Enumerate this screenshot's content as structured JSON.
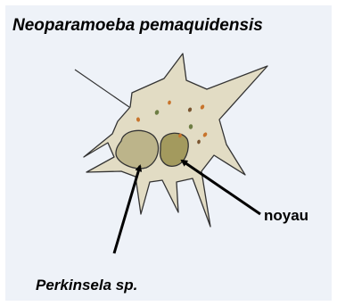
{
  "title": "Neoparamoeba pemaquidensis",
  "labels": {
    "nucleus": "noyau",
    "endosymbiont": "Perkinsela sp."
  },
  "colors": {
    "panel_background": "#eef2f8",
    "cell_fill": "#e2dcc4",
    "cell_stroke": "#333333",
    "perkinsela_fill": "#bcb48a",
    "nucleus_fill": "#a39a5e",
    "granule_orange": "#c8742c",
    "granule_green": "#6e7e44",
    "granule_dark": "#7a5530"
  }
}
